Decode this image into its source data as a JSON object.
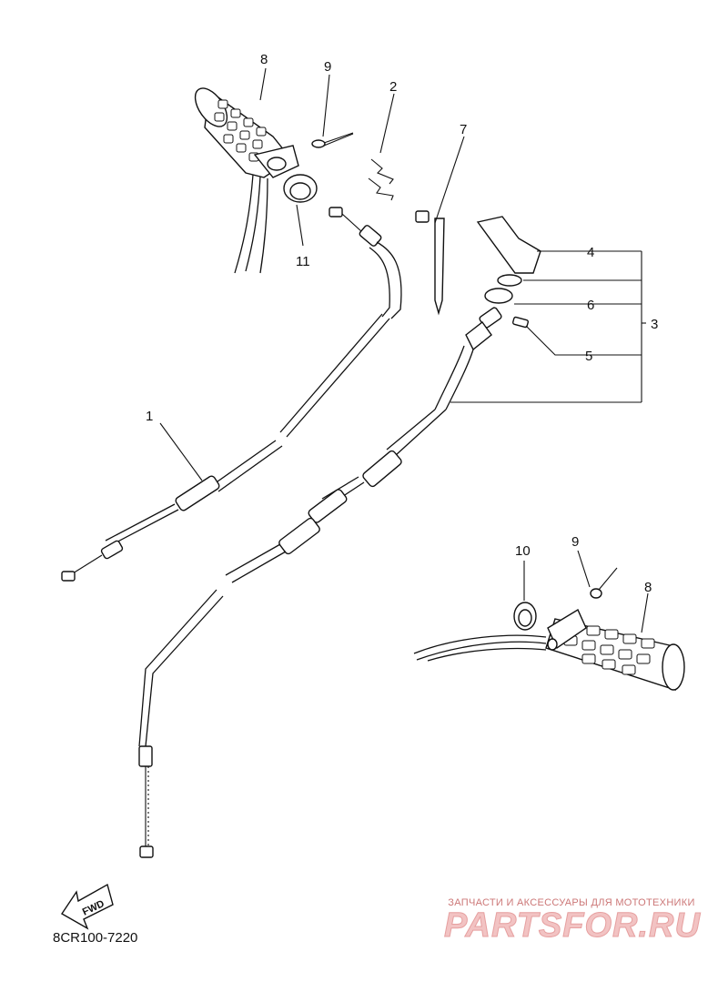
{
  "callouts": {
    "c1": "1",
    "c2": "2",
    "c3": "3",
    "c4": "4",
    "c5": "5",
    "c6": "6",
    "c7": "7",
    "c8a": "8",
    "c8b": "8",
    "c9a": "9",
    "c9b": "9",
    "c10": "10",
    "c11": "11"
  },
  "fwd_label": "FWD",
  "doc_code": "8CR100-7220",
  "watermark": {
    "caption": "ЗАПЧАСТИ И АКСЕССУАРЫ ДЛЯ МОТОТЕХНИКИ",
    "logo": "PARTSFOR.RU"
  }
}
